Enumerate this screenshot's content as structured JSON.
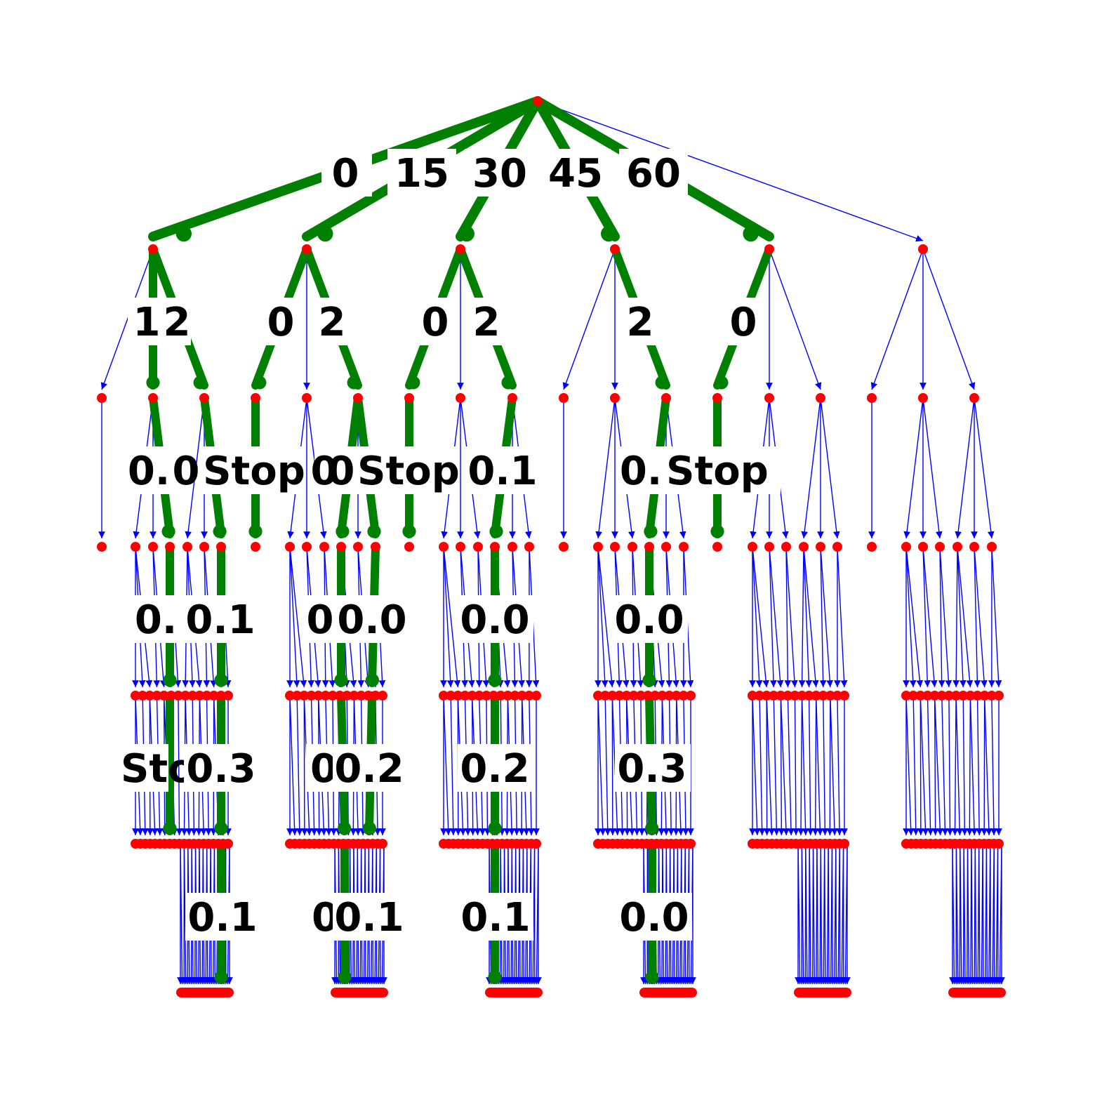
{
  "colors": {
    "node": "#ff0000",
    "edge_default": "#0000ff",
    "edge_highlight": "#008000",
    "label_bg": "#ffffff",
    "label_text": "#000000"
  },
  "levels": [
    {
      "level": 0,
      "labels": []
    },
    {
      "level": 1,
      "labels": [
        "0",
        "15",
        "30",
        "45",
        "60"
      ]
    },
    {
      "level": 2,
      "labels": [
        "1",
        "2",
        "0",
        "2",
        "0",
        "2",
        "2",
        "0"
      ]
    },
    {
      "level": 3,
      "labels": [
        "0.",
        "0",
        "Stop",
        "0",
        "0",
        "Stop",
        "0.1",
        "0.",
        "Stop"
      ]
    },
    {
      "level": 4,
      "labels": [
        "0.",
        "0.1",
        "0",
        "0.0",
        "0.0",
        "0.0"
      ]
    },
    {
      "level": 5,
      "labels": [
        "Sto",
        "0.3",
        "0",
        "0.2",
        "0.2",
        "0.3"
      ]
    },
    {
      "level": 6,
      "labels": [
        "0.1",
        "0",
        "0.1",
        "0.1",
        "0.0"
      ]
    }
  ]
}
